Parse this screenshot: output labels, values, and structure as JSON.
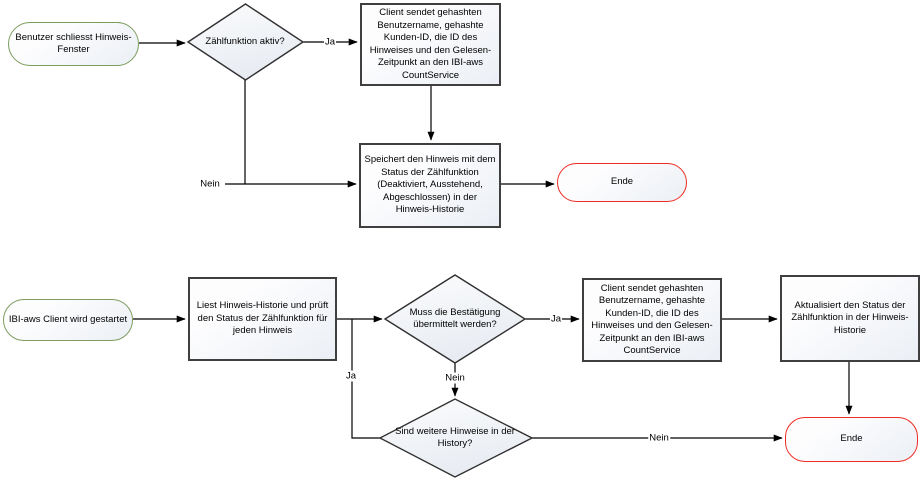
{
  "colors": {
    "start_border": "#7d9d5f",
    "end_border": "#ef2c24",
    "process_border": "#3f3f3f",
    "decision_border": "#303030",
    "connector": "#000000",
    "text": "#000000"
  },
  "nodes": {
    "start_top": "Benutzer schliesst Hinweis-Fenster",
    "decision_zaehlfunktion": "Zählfunktion aktiv?",
    "process_client_send_top": "Client sendet gehashten Benutzername, gehashte Kunden-ID, die ID des Hinweises und den Gelesen-Zeitpunkt an den IBI-aws CountService",
    "process_speichert": "Speichert den Hinweis mit dem Status der Zählfunktion (Deaktiviert, Ausstehend, Abgeschlossen) in der Hinweis-Historie",
    "end_top": "Ende",
    "start_bottom": "IBI-aws Client wird gestartet",
    "process_liest": "Liest Hinweis-Historie und prüft den Status der Zählfunktion für jeden Hinweis",
    "decision_bestaetigung": "Muss die Bestätigung übermittelt werden?",
    "process_client_send_bottom": "Client sendet gehashten Benutzername, gehashte Kunden-ID, die ID des Hinweises und den Gelesen-Zeitpunkt an den IBI-aws CountService",
    "process_aktualisiert": "Aktualisiert den Status der Zählfunktion in der Hinweis-Historie",
    "end_bottom": "Ende",
    "decision_weitere": "Sind weitere Hinweise in der History?"
  },
  "edge_labels": {
    "ja_zaehlfunktion": "Ja",
    "nein_zaehlfunktion": "Nein",
    "ja_bestaetigung": "Ja",
    "nein_bestaetigung": "Nein",
    "nein_weitere": "Nein",
    "ja_weitere": "Ja"
  }
}
